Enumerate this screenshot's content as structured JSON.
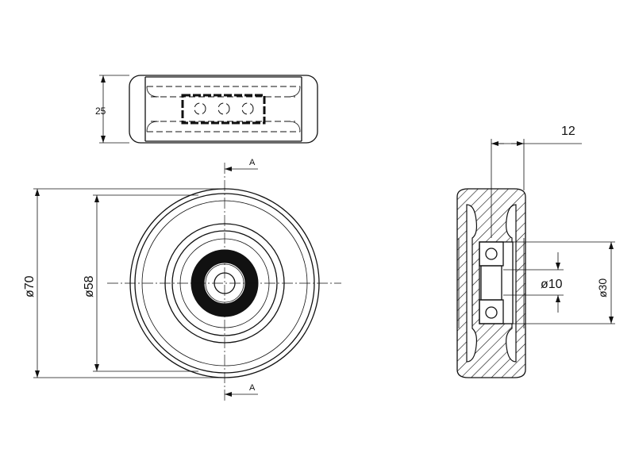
{
  "drawing": {
    "dimensions": {
      "width_top": "25",
      "outer_diameter": "ø70",
      "tread_diameter": "ø58",
      "hub_width": "12",
      "bore_diameter": "ø10",
      "bearing_diameter": "ø30"
    },
    "section_marks": {
      "top": "A",
      "bottom": "A"
    }
  }
}
